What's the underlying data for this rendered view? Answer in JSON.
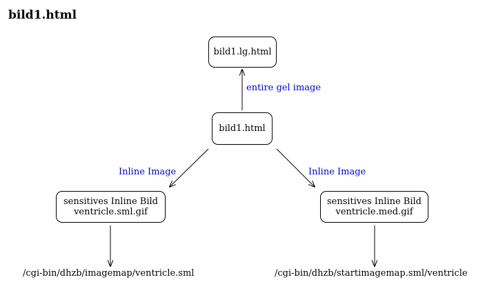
{
  "title": "bild1.html",
  "colors": {
    "edge_label": "#0000cc",
    "line": "#000000",
    "background": "#ffffff"
  },
  "nodes": {
    "top": {
      "label": "bild1.lg.html"
    },
    "center": {
      "label": "bild1.html"
    },
    "left": {
      "line1": "sensitives Inline Bild",
      "line2": "ventricle.sml.gif"
    },
    "right": {
      "line1": "sensitives Inline Bild",
      "line2": "ventricle.med.gif"
    }
  },
  "edges": {
    "center_to_top": {
      "label": "entire gel image"
    },
    "center_to_left": {
      "label": "Inline Image"
    },
    "center_to_right": {
      "label": "Inline Image"
    }
  },
  "endpoints": {
    "left": "/cgi-bin/dhzb/imagemap/ventricle.sml",
    "right": "/cgi-bin/dhzb/startimagemap.sml/ventricle"
  }
}
